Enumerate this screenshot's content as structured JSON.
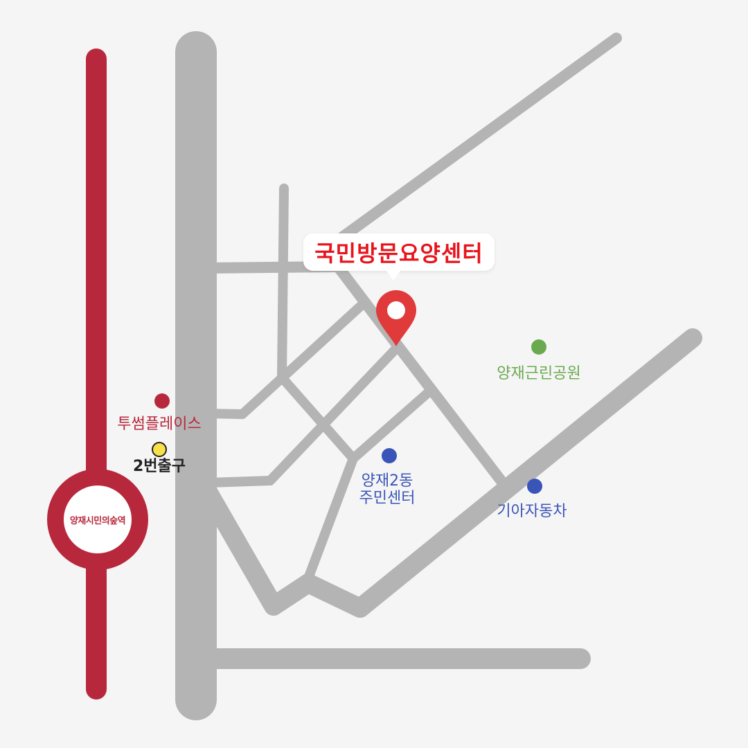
{
  "destination": {
    "name": "국민방문요양센터",
    "color": "#e8141c"
  },
  "station": {
    "name": "양재시민의숲역",
    "line_color": "#b8283d"
  },
  "landmarks": [
    {
      "id": "two-some-place",
      "name": "투썸플레이스",
      "color": "#b8283d"
    },
    {
      "id": "exit-2",
      "name": "2번출구",
      "color": "#222222",
      "dot_color": "#f7e04a"
    },
    {
      "id": "yangjae-park",
      "name": "양재근린공원",
      "color": "#6aaa4f"
    },
    {
      "id": "yangjae2-center",
      "name_line1": "양재2동",
      "name_line2": "주민센터",
      "color": "#3a55b8"
    },
    {
      "id": "kia-motors",
      "name": "기아자동차",
      "color": "#3a55b8"
    }
  ],
  "colors": {
    "road": "#b4b4b4",
    "background": "#f5f5f5"
  }
}
